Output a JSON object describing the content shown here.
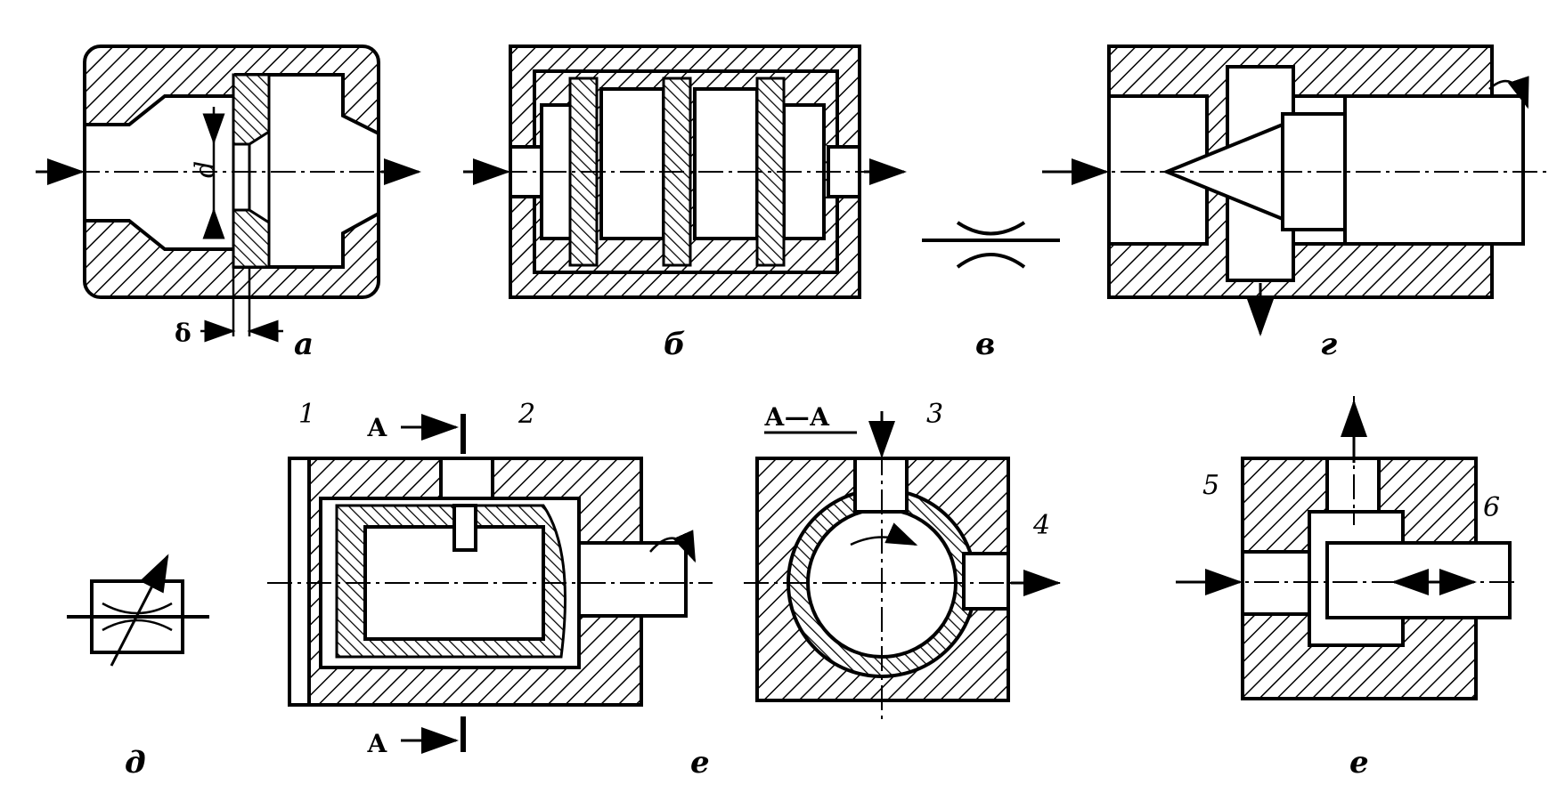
{
  "labels": {
    "a": "а",
    "b": "б",
    "v": "в",
    "g": "г",
    "d": "д",
    "e1": "е",
    "e2": "е"
  },
  "dims": {
    "d": "d",
    "delta": "δ"
  },
  "section": {
    "mark_top": "А",
    "mark_bottom": "А",
    "title": "А—А"
  },
  "callouts": [
    "1",
    "2",
    "3",
    "4",
    "5",
    "6"
  ]
}
